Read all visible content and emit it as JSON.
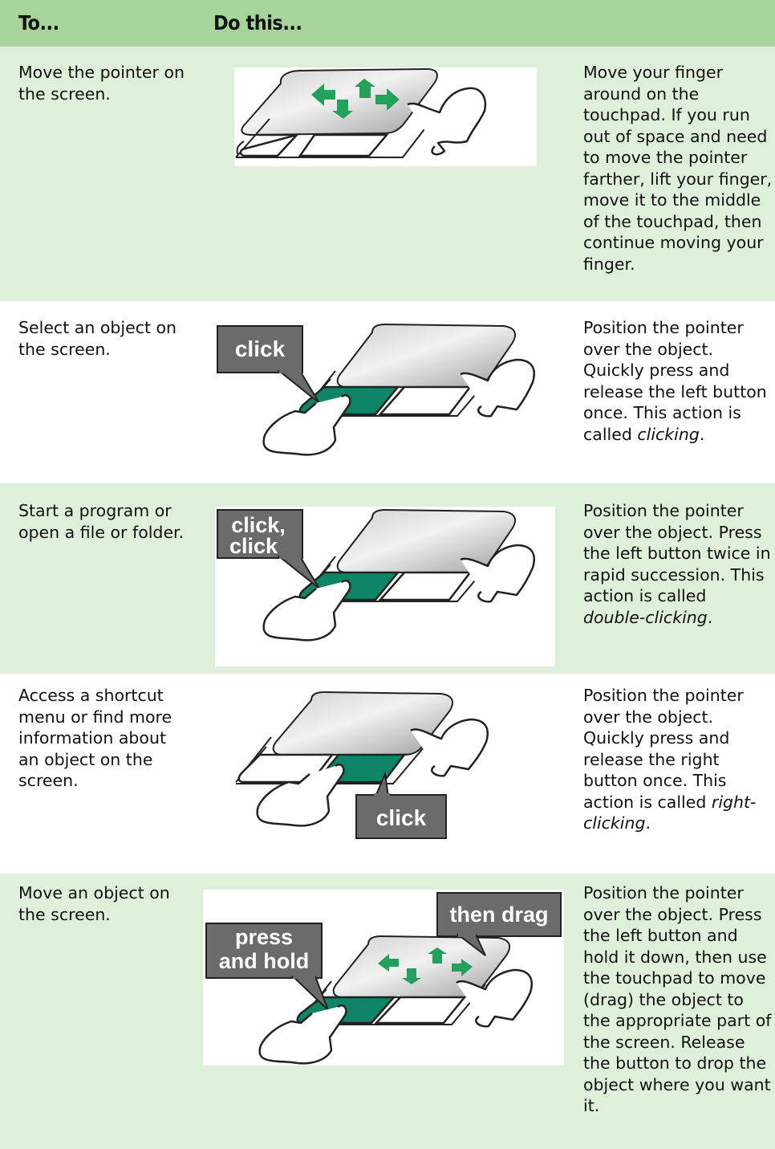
{
  "header": {
    "col1": "To...",
    "col2": "Do this..."
  },
  "rows": [
    {
      "task": "Move the pointer on the screen.",
      "instruction": "Move your finger around on the touchpad. If you run out of space and need to move the pointer farther, lift your finger, move it to the middle of the touchpad, then continue moving your finger."
    },
    {
      "task": "Select an object on the screen.",
      "instruction_pre": "Position the pointer over the object. Quickly press and release the left button once. This action is called ",
      "instruction_term": "clicking",
      "instruction_post": ".",
      "callout": "click"
    },
    {
      "task": "Start a program or open a file or folder.",
      "instruction_pre": "Position the pointer over the object. Press the left button twice in rapid succession. This action is called ",
      "instruction_term": "double-clicking",
      "instruction_post": ".",
      "callout_line1": "click,",
      "callout_line2": "click"
    },
    {
      "task": "Access a shortcut menu or find more information about an object on the screen.",
      "instruction_pre": "Position the pointer over the object. Quickly press and release the right button once. This action is called ",
      "instruction_term": "right-clicking",
      "instruction_post": ".",
      "callout": "click"
    },
    {
      "task": "Move an object on the screen.",
      "instruction": "Position the pointer over the object. Press the left button and hold it down, then use the touchpad to move (drag) the object to the appropriate part of the screen. Release the button to drop the object where you want it.",
      "callout_a_line1": "press",
      "callout_a_line2": "and hold",
      "callout_b": "then drag"
    }
  ],
  "colors": {
    "header": "#a7d49b",
    "shaded_row": "#dff0da",
    "button_green": "#0e8566",
    "arrow_green": "#23a05c",
    "callout_bg": "#6b6b6b"
  },
  "icons": [
    "touchpad-illustration",
    "finger-icon",
    "arrow-icon",
    "callout-icon"
  ]
}
